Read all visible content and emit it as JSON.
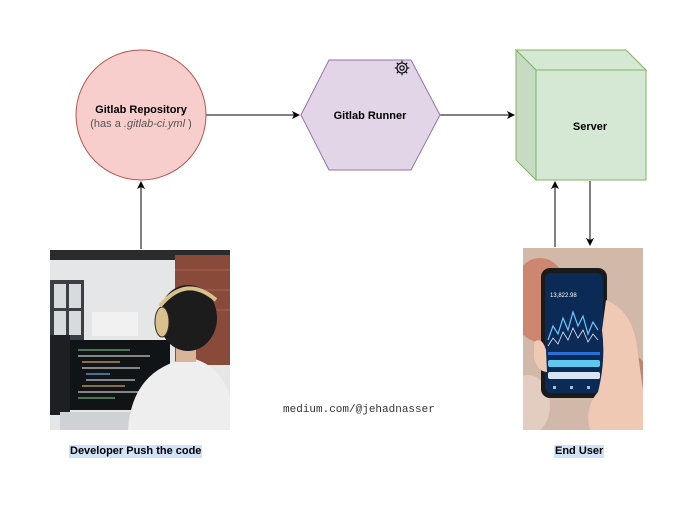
{
  "repo": {
    "title": "Gitlab Repository",
    "note_prefix": "(has a ",
    "note_file": ".gitlab-ci.yml",
    "note_suffix": " )"
  },
  "runner": {
    "title": "Gitlab Runner",
    "icon": "gear-icon"
  },
  "server": {
    "title": "Server"
  },
  "developer": {
    "caption": "Developer Push the code",
    "image": "developer-photo"
  },
  "end_user": {
    "caption": "End User",
    "image": "phone-photo"
  },
  "credit": "medium.com/@jehadnasser",
  "colors": {
    "repo_fill": "#f8cecc",
    "repo_stroke": "#b85450",
    "runner_fill": "#e1d5e7",
    "runner_stroke": "#9673a6",
    "server_fill": "#d5e8d4",
    "server_stroke": "#82b366",
    "caption_highlight": "#cfe2f7"
  }
}
